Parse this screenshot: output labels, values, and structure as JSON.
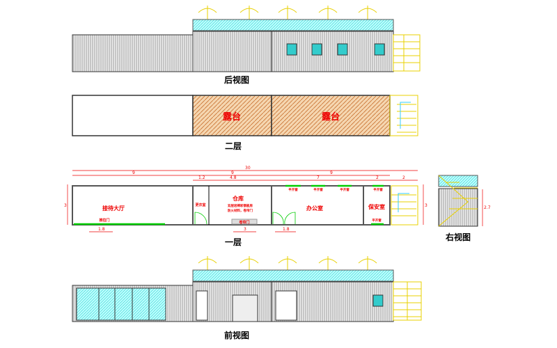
{
  "views": {
    "back": "后视图",
    "second_floor": "二层",
    "first_floor": "一层",
    "right": "右视图",
    "front": "前视图"
  },
  "second_floor": {
    "terrace_1": "露台",
    "terrace_2": "露台"
  },
  "first_floor": {
    "reception": "接待大厅",
    "sliding_door": "推拉门",
    "changing_room": "更衣室",
    "warehouse": "仓库",
    "warehouse_note_1": "双层岩棉彩钢板房",
    "warehouse_note_2": "防火材料，卷帘门",
    "rolling_door": "卷帘门",
    "office": "办公室",
    "security": "保安室",
    "window": "平开窗",
    "dims": {
      "total": "30",
      "left": "9",
      "mid": "9",
      "sub1": "1.2",
      "sub2": "4.8",
      "right": "9",
      "office_w": "7",
      "sec_w": "2",
      "stair_w": "2",
      "height_l": "3",
      "height_r": "3",
      "door1": "1.8",
      "door2": "3",
      "door3": "1.8",
      "right_h": "2.7"
    }
  },
  "colors": {
    "wall": "#555555",
    "dim": "#ee0000",
    "stair": "#f0e000",
    "glass": "#33cccc",
    "terrace": "#e8a060",
    "door": "#00cc00"
  }
}
